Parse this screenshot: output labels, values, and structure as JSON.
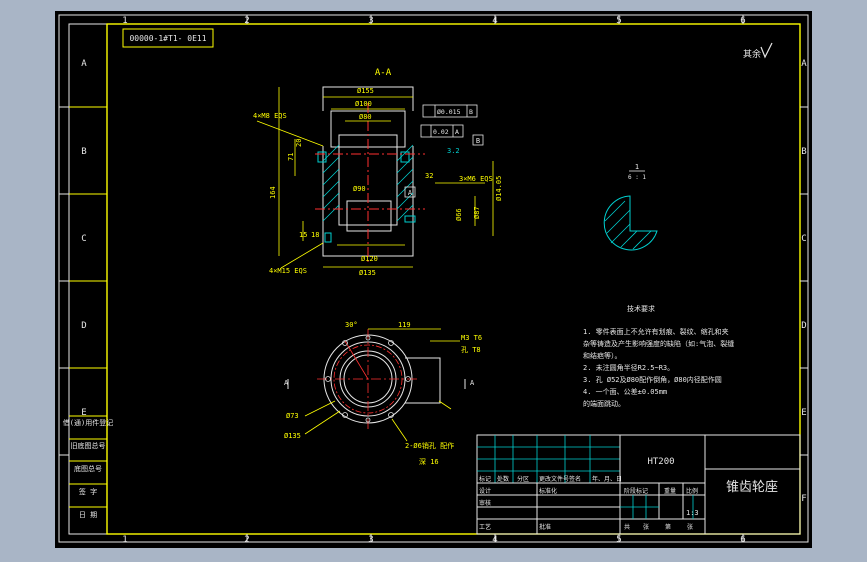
{
  "drawing": {
    "code_box": "00000-1#T1- 0E11",
    "section_label": "A-A",
    "rough_note": "其余",
    "zone_cols": [
      "1",
      "2",
      "3",
      "4",
      "5",
      "6"
    ],
    "zone_rows": [
      "A",
      "B",
      "C",
      "D",
      "E",
      "F"
    ],
    "dims": {
      "d155": "Ø155",
      "d100": "Ø100",
      "d80": "Ø80",
      "m8": "4×M8 EQS",
      "m6": "3×M6 EQS",
      "m15": "4×M15 EQS",
      "d90": "Ø90",
      "d120": "Ø120",
      "d135": "Ø135",
      "d87": "Ø87",
      "d66": "Ø66",
      "d14": "Ø14.05",
      "len164": "164",
      "len71": "71",
      "len20": "20",
      "len15": "15",
      "len18": "18",
      "len32": "32",
      "tol1": "Ø0.015",
      "tol1_ref": "B",
      "tol2": "0.02",
      "tol2_ref": "A",
      "datum_a": "A",
      "datum_b": "B",
      "rough": "3.2"
    },
    "plan_view": {
      "angle": "30°",
      "len119": "119",
      "m3": "M3 T6",
      "hole": "孔 T8",
      "d73": "Ø73",
      "d135": "Ø135",
      "pin": "2-Ø6销孔 配作",
      "depth": "深 16",
      "cut_a1": "A",
      "cut_a2": "A"
    },
    "detail_label": "1",
    "detail_ratio": "6 : 1",
    "tech": {
      "title": "技术要求",
      "lines": [
        "1. 零件表面上不允许有划痕、裂纹、缩孔和夹",
        "   杂等铸造及产生影响强度的缺陷（如:气泡、裂缝",
        "   和结疤等）。",
        "2. 未注圆角半径R2.5~R3。",
        "3. 孔 Ø52及Ø80配作倒角，Ø80内径配作圆",
        "4. 一个面、公差±0.05mm",
        "   的端面跳动。"
      ]
    },
    "title_block": {
      "material": "HT200",
      "part_name": "锥齿轮座",
      "scale": "1:3",
      "labels": [
        "标记",
        "处数",
        "分区",
        "更改文件号",
        "签名",
        "年、月、日",
        "设计",
        "标准化",
        "阶段标记",
        "重量",
        "比例",
        "审核",
        "工艺",
        "批准",
        "共",
        "张",
        "第",
        "张"
      ]
    },
    "side_table": [
      "借(通)用件登记",
      "旧底图总号",
      "底图总号",
      "签 字",
      "日 期"
    ]
  }
}
